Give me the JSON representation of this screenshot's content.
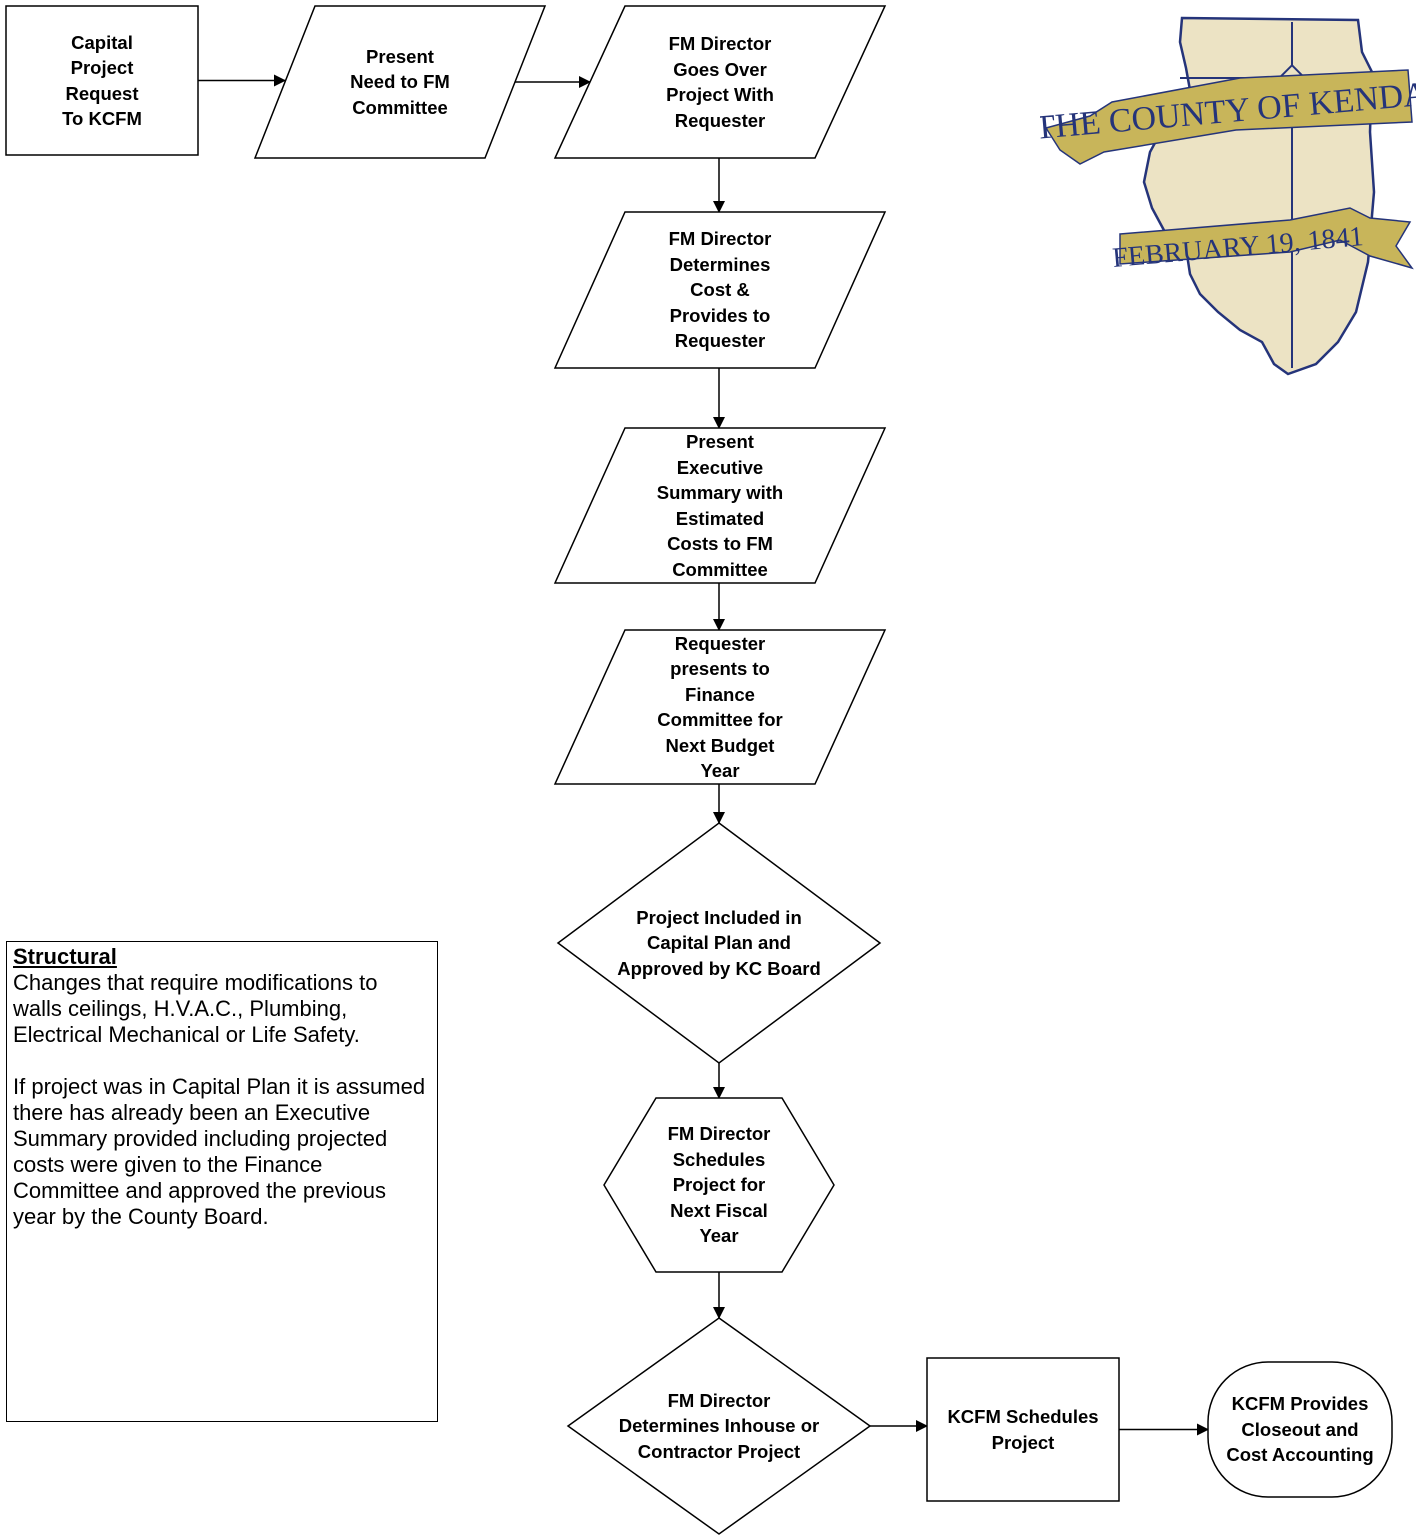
{
  "flowchart": {
    "nodes": [
      {
        "id": "n1",
        "shape": "rectangle",
        "text": "Capital\nProject\nRequest\nTo KCFM"
      },
      {
        "id": "n2",
        "shape": "parallelogram",
        "text": "Present\nNeed to FM\nCommittee"
      },
      {
        "id": "n3",
        "shape": "parallelogram",
        "text": "FM Director\nGoes Over\nProject With\nRequester"
      },
      {
        "id": "n4",
        "shape": "parallelogram",
        "text": "FM Director\nDetermines\nCost &\nProvides to\nRequester"
      },
      {
        "id": "n5",
        "shape": "parallelogram",
        "text": "Present\nExecutive\nSummary with\nEstimated\nCosts to FM\nCommittee"
      },
      {
        "id": "n6",
        "shape": "parallelogram",
        "text": "Requester\npresents to\nFinance\nCommittee for\nNext Budget\nYear"
      },
      {
        "id": "n7",
        "shape": "diamond",
        "text": "Project Included in\nCapital Plan and\nApproved by KC Board"
      },
      {
        "id": "n8",
        "shape": "hexagon",
        "text": "FM Director\nSchedules\nProject for\nNext Fiscal\nYear"
      },
      {
        "id": "n9",
        "shape": "diamond",
        "text": "FM Director\nDetermines Inhouse or\nContractor Project"
      },
      {
        "id": "n10",
        "shape": "rectangle",
        "text": "KCFM Schedules\nProject"
      },
      {
        "id": "n11",
        "shape": "terminator",
        "text": "KCFM Provides\nCloseout and\nCost Accounting"
      }
    ],
    "edges": [
      {
        "from": "n1",
        "to": "n2"
      },
      {
        "from": "n2",
        "to": "n3"
      },
      {
        "from": "n3",
        "to": "n4"
      },
      {
        "from": "n4",
        "to": "n5"
      },
      {
        "from": "n5",
        "to": "n6"
      },
      {
        "from": "n6",
        "to": "n7"
      },
      {
        "from": "n7",
        "to": "n8"
      },
      {
        "from": "n8",
        "to": "n9"
      },
      {
        "from": "n9",
        "to": "n10"
      },
      {
        "from": "n10",
        "to": "n11"
      }
    ]
  },
  "note": {
    "title": "Structural",
    "paragraph1": "Changes that require modifications to walls ceilings, H.V.A.C., Plumbing, Electrical Mechanical or Life Safety.",
    "paragraph2": "If project was in Capital Plan it is assumed there has already been an Executive Summary provided including projected costs were given to the Finance Committee and approved the previous year by the County Board."
  },
  "logo": {
    "banner_text": "THE COUNTY OF KENDALL",
    "date_text": "FEBRUARY 19, 1841",
    "colors": {
      "map_fill": "#ece3c4",
      "outline": "#25347a",
      "ribbon": "#c8b55a"
    }
  }
}
